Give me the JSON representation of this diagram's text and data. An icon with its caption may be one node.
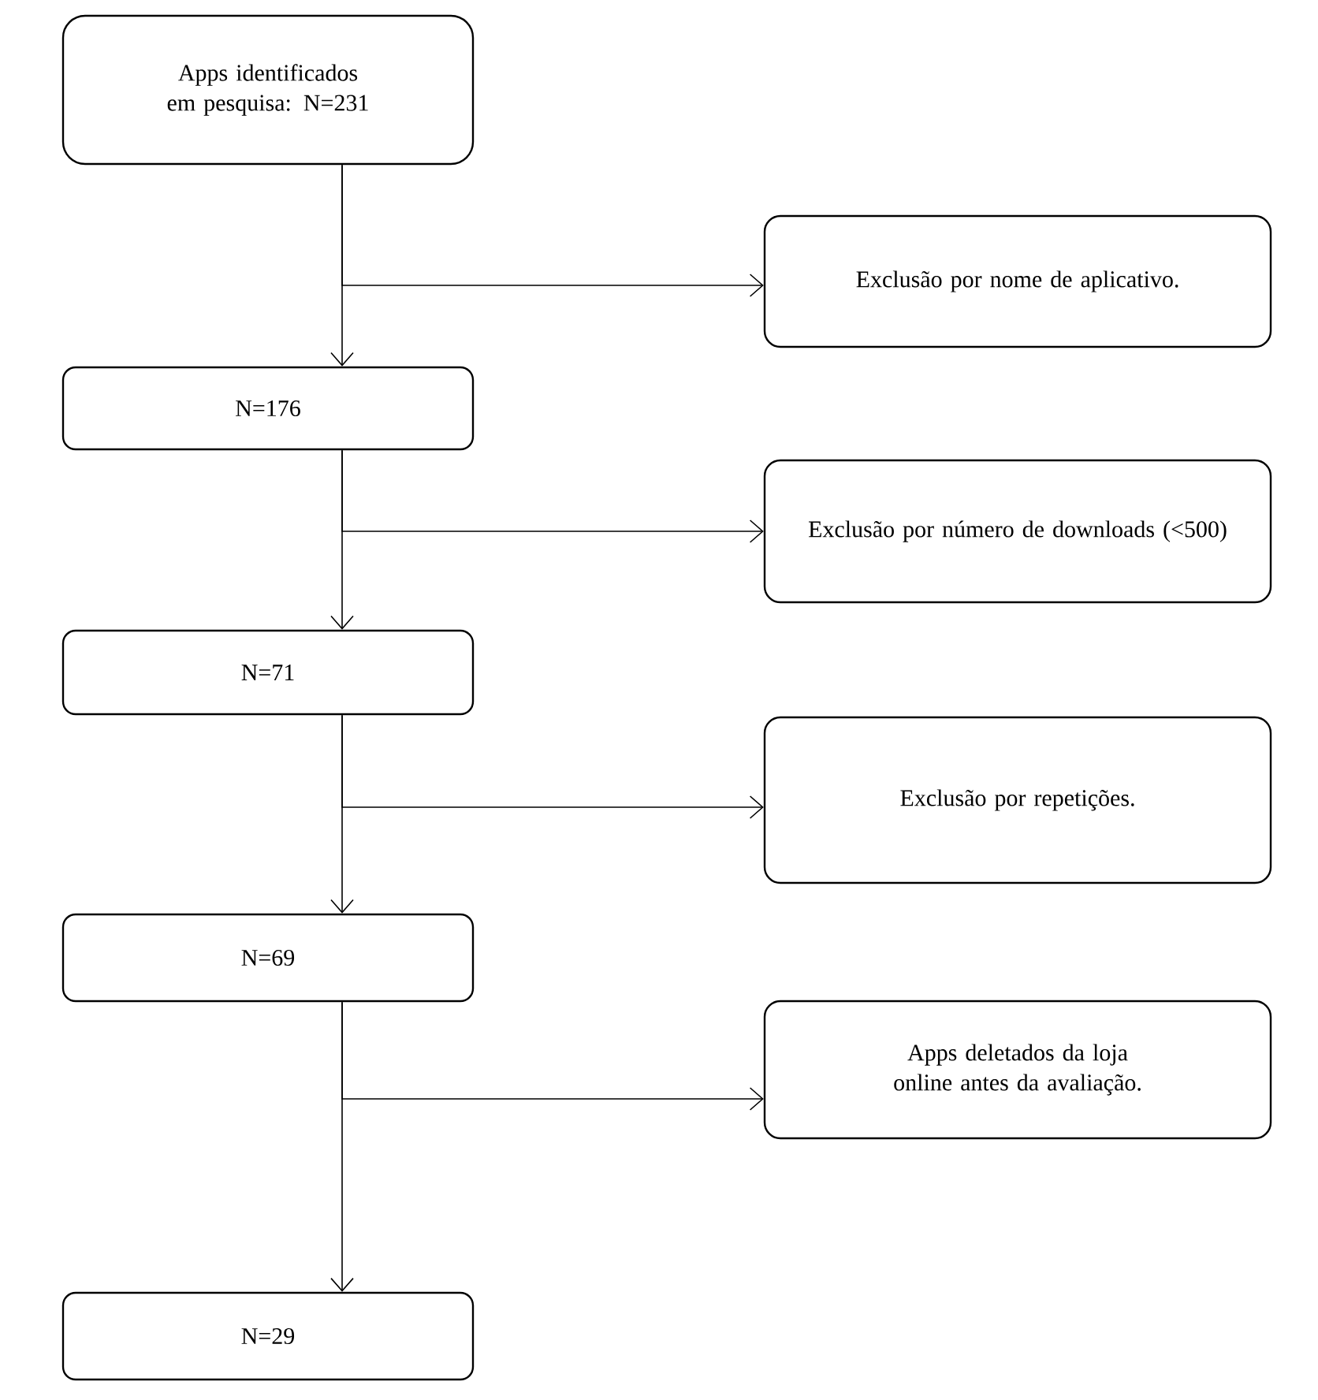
{
  "diagram": {
    "nodes": [
      {
        "text": [
          "Apps identificados em pesquisa: N=231"
        ]
      },
      {
        "text": [
          "Exclusão por nome de aplicativo."
        ]
      },
      {
        "text": [
          "N=176"
        ]
      },
      {
        "text": [
          "Exclusão por número de downloads (<500)"
        ]
      },
      {
        "text": [
          "N=71"
        ]
      },
      {
        "text": [
          "Exclusão por repetições."
        ]
      },
      {
        "text": [
          "N=69"
        ]
      },
      {
        "text": [
          "Apps deletados da loja online antes da avaliação."
        ]
      },
      {
        "text": [
          "N=29"
        ]
      }
    ],
    "edges": [
      {
        "from": 0,
        "to": 2,
        "arrow": "to"
      },
      {
        "from": 0,
        "to": 1,
        "arrow": "to"
      },
      {
        "from": 2,
        "to": 4,
        "arrow": "to"
      },
      {
        "from": 2,
        "to": 3,
        "arrow": "to"
      },
      {
        "from": 4,
        "to": 6,
        "arrow": "to"
      },
      {
        "from": 4,
        "to": 5,
        "arrow": "to"
      },
      {
        "from": 6,
        "to": 8,
        "arrow": "to"
      },
      {
        "from": 6,
        "to": 7,
        "arrow": "to"
      }
    ]
  }
}
